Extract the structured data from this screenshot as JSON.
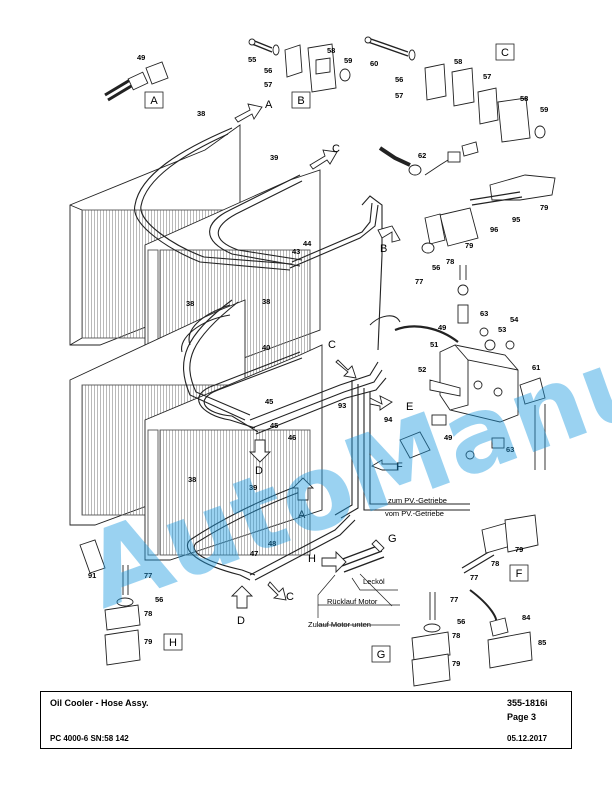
{
  "title_block": {
    "title": "Oil Cooler - Hose Assy.",
    "part_number": "355-1816i",
    "page": "Page 3",
    "machine": "PC 4000-6 SN:58 142",
    "date": "05.12.2017"
  },
  "watermark": "AutoManual",
  "view_labels": [
    "A",
    "B",
    "C",
    "D",
    "E",
    "F",
    "G",
    "H"
  ],
  "callout_numbers": [
    "49",
    "55",
    "56",
    "57",
    "58",
    "59",
    "60",
    "56",
    "57",
    "58",
    "57",
    "58",
    "59",
    "38",
    "39",
    "62",
    "79",
    "95",
    "96",
    "43",
    "44",
    "77",
    "56",
    "78",
    "79",
    "38",
    "38",
    "63",
    "54",
    "40",
    "49",
    "51",
    "53",
    "52",
    "61",
    "45",
    "93",
    "45",
    "46",
    "94",
    "49",
    "63",
    "38",
    "39",
    "91",
    "77",
    "56",
    "78",
    "79",
    "47",
    "48",
    "77",
    "78",
    "79",
    "77",
    "56",
    "78",
    "79",
    "84",
    "85"
  ],
  "notes": {
    "zum_pv": "zum PV.-Getriebe",
    "vom_pv": "vom PV.-Getriebe",
    "leckoel": "Lecköl",
    "ruecklauf": "Rücklauf Motor",
    "zulauf": "Zulauf Motor unten"
  }
}
